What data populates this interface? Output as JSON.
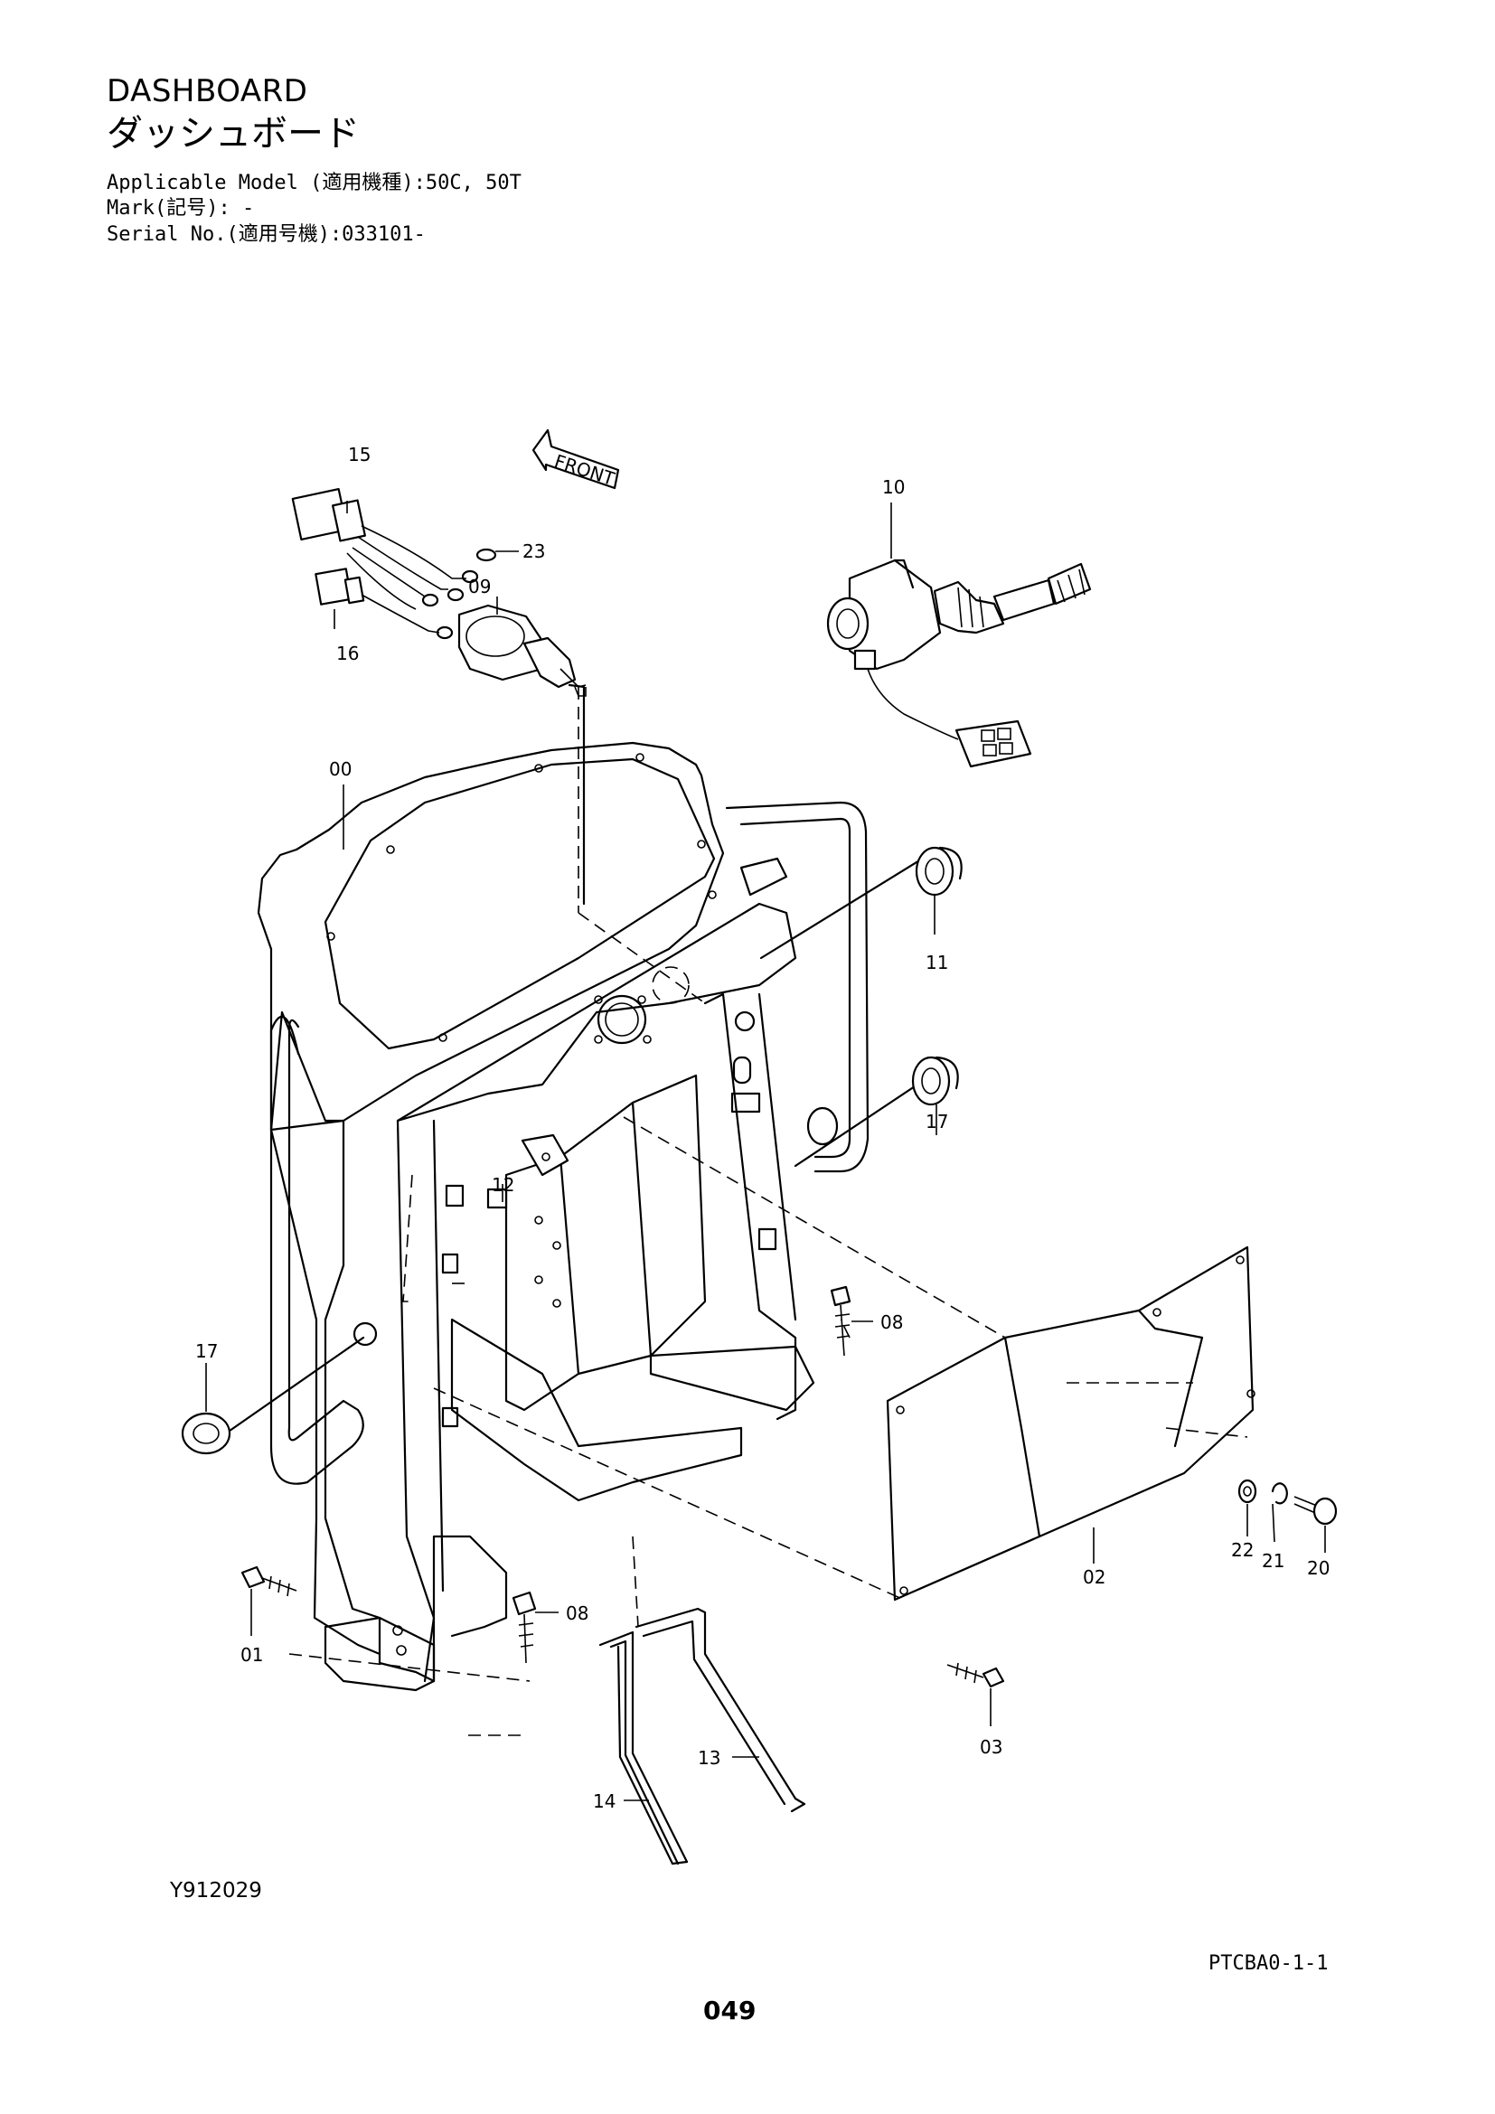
{
  "header": {
    "title_en": "DASHBOARD",
    "title_jp": "ダッシュボード",
    "applicable_model": "Applicable Model (適用機種):50C, 50T",
    "mark": "Mark(記号): -",
    "serial_no": "Serial No.(適用号機):033101-"
  },
  "diagram": {
    "front_label": "FRONT",
    "callouts": {
      "c00": "00",
      "c01": "01",
      "c02": "02",
      "c03": "03",
      "c08a": "08",
      "c08b": "08",
      "c09": "09",
      "c10": "10",
      "c11": "11",
      "c12": "12",
      "c13": "13",
      "c14": "14",
      "c15": "15",
      "c16": "16",
      "c17a": "17",
      "c17b": "17",
      "c20": "20",
      "c21": "21",
      "c22": "22",
      "c23": "23"
    }
  },
  "footer": {
    "figure_code": "Y912029",
    "catalog_code": "PTCBA0-1-1",
    "page_number": "049"
  }
}
